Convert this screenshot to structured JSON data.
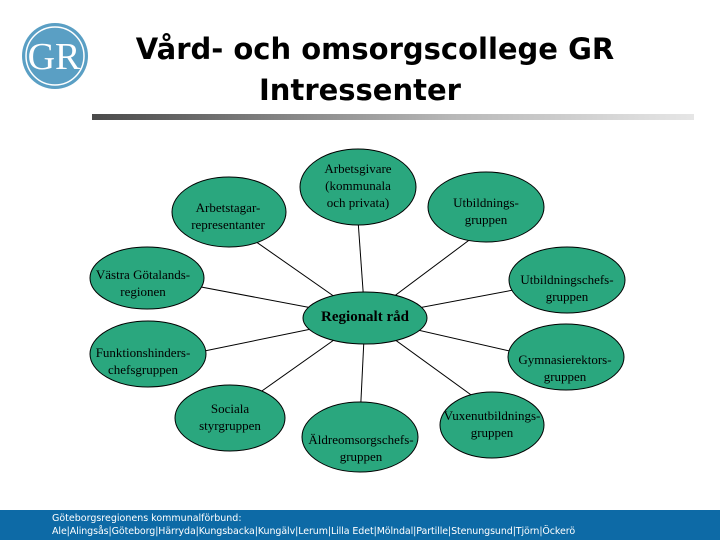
{
  "logo": {
    "text": "GR"
  },
  "title": {
    "line1": "Vård- och omsorgscollege GR",
    "line2": "Intressenter"
  },
  "diagram": {
    "center": "Regionalt råd",
    "nodes": [
      {
        "id": "arbetsgivare",
        "label": "Arbetsgivare\n(kommunala\noch privata)"
      },
      {
        "id": "utbildningsgruppen",
        "label": "Utbildnings-\ngruppen"
      },
      {
        "id": "utbildningschefsgruppen",
        "label": "Utbildningschefs-\ngruppen"
      },
      {
        "id": "gymnasierektorsgruppen",
        "label": "Gymnasierektors-\ngruppen"
      },
      {
        "id": "vuxenutbildningsgruppen",
        "label": "Vuxenutbildnings-\ngruppen"
      },
      {
        "id": "aldreomsorgschefsgruppen",
        "label": "Äldreomsorgschefs-\ngruppen"
      },
      {
        "id": "sociala-styrgruppen",
        "label": "Sociala\nstyrgruppen"
      },
      {
        "id": "funktionshinderschefsgruppen",
        "label": "Funktionshinders-\nchefsgruppen"
      },
      {
        "id": "vastra-gotalandsregionen",
        "label": "Västra Götalands-\nregionen"
      },
      {
        "id": "arbetstagarrepresentanter",
        "label": "Arbetstagar-\nrepresentanter"
      }
    ]
  },
  "colors": {
    "ellipse_fill": "#2aa77e",
    "line": "#000000",
    "footer_bg": "#0d6aa6",
    "logo": "#5a9fc4"
  },
  "footer": {
    "line1": "Göteborgsregionens kommunalförbund:",
    "line2": "Ale|Alingsås|Göteborg|Härryda|Kungsbacka|Kungälv|Lerum|Lilla Edet|Mölndal|Partille|Stenungsund|Tjörn|Öckerö"
  }
}
